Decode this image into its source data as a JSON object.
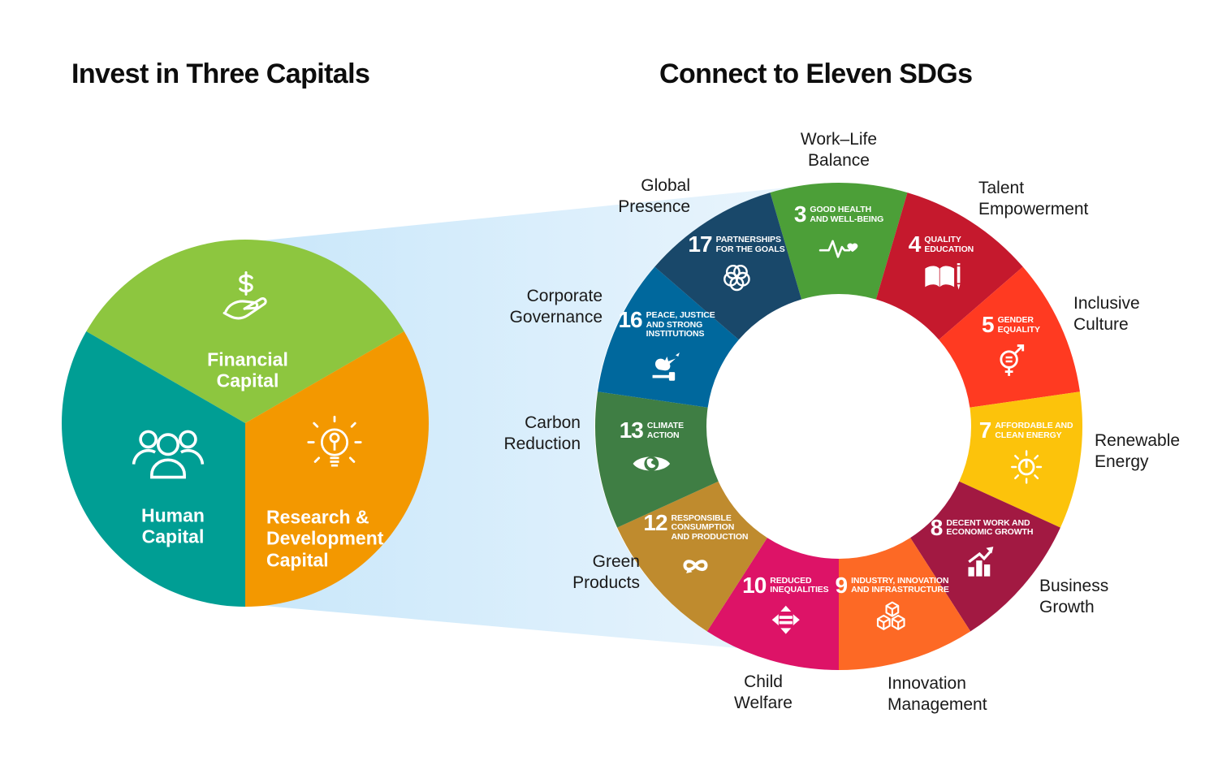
{
  "left": {
    "title": "Invest in Three Capitals",
    "pie": {
      "segments": [
        {
          "label_lines": [
            "Financial",
            "Capital"
          ],
          "color": "#8dc63f",
          "icon": "hand-dollar-icon"
        },
        {
          "label_lines": [
            "Research &",
            "Development",
            "Capital"
          ],
          "color": "#f39800",
          "icon": "lightbulb-icon"
        },
        {
          "label_lines": [
            "Human",
            "Capital"
          ],
          "color": "#009e94",
          "icon": "people-icon"
        }
      ]
    }
  },
  "right": {
    "title": "Connect to Eleven SDGs",
    "sdgs": [
      {
        "number": "3",
        "title_lines": [
          "GOOD HEALTH",
          "AND WELL-BEING"
        ],
        "color": "#4c9f38",
        "icon": "health-icon",
        "outer_label_lines": [
          "Work–Life",
          "Balance"
        ]
      },
      {
        "number": "4",
        "title_lines": [
          "QUALITY",
          "EDUCATION"
        ],
        "color": "#c5192d",
        "icon": "education-icon",
        "outer_label_lines": [
          "Talent",
          "Empowerment"
        ]
      },
      {
        "number": "5",
        "title_lines": [
          "GENDER",
          "EQUALITY"
        ],
        "color": "#ff3a21",
        "icon": "gender-icon",
        "outer_label_lines": [
          "Inclusive",
          "Culture"
        ]
      },
      {
        "number": "7",
        "title_lines": [
          "AFFORDABLE AND",
          "CLEAN ENERGY"
        ],
        "color": "#fcc30b",
        "icon": "energy-icon",
        "outer_label_lines": [
          "Renewable",
          "Energy"
        ]
      },
      {
        "number": "8",
        "title_lines": [
          "DECENT WORK AND",
          "ECONOMIC GROWTH"
        ],
        "color": "#a21942",
        "icon": "growth-icon",
        "outer_label_lines": [
          "Business",
          "Growth"
        ]
      },
      {
        "number": "9",
        "title_lines": [
          "INDUSTRY, INNOVATION",
          "AND INFRASTRUCTURE"
        ],
        "color": "#fd6925",
        "icon": "industry-icon",
        "outer_label_lines": [
          "Innovation",
          "Management"
        ]
      },
      {
        "number": "10",
        "title_lines": [
          "REDUCED",
          "INEQUALITIES"
        ],
        "color": "#dd1367",
        "icon": "inequality-icon",
        "outer_label_lines": [
          "Child",
          "Welfare"
        ]
      },
      {
        "number": "12",
        "title_lines": [
          "RESPONSIBLE",
          "CONSUMPTION",
          "AND PRODUCTION"
        ],
        "color": "#bf8b2e",
        "icon": "consumption-icon",
        "outer_label_lines": [
          "Green",
          "Products"
        ]
      },
      {
        "number": "13",
        "title_lines": [
          "CLIMATE",
          "ACTION"
        ],
        "color": "#3f7e44",
        "icon": "climate-icon",
        "outer_label_lines": [
          "Carbon",
          "Reduction"
        ]
      },
      {
        "number": "16",
        "title_lines": [
          "PEACE, JUSTICE",
          "AND STRONG",
          "INSTITUTIONS"
        ],
        "color": "#00689d",
        "icon": "peace-icon",
        "outer_label_lines": [
          "Corporate",
          "Governance"
        ]
      },
      {
        "number": "17",
        "title_lines": [
          "PARTNERSHIPS",
          "FOR THE GOALS"
        ],
        "color": "#19486a",
        "icon": "partnership-icon",
        "outer_label_lines": [
          "Global",
          "Presence"
        ]
      }
    ]
  },
  "beam": {
    "color_start": "#c9e7fa",
    "color_end": "#eaf5fd"
  },
  "text_color": "#1a1a1a"
}
